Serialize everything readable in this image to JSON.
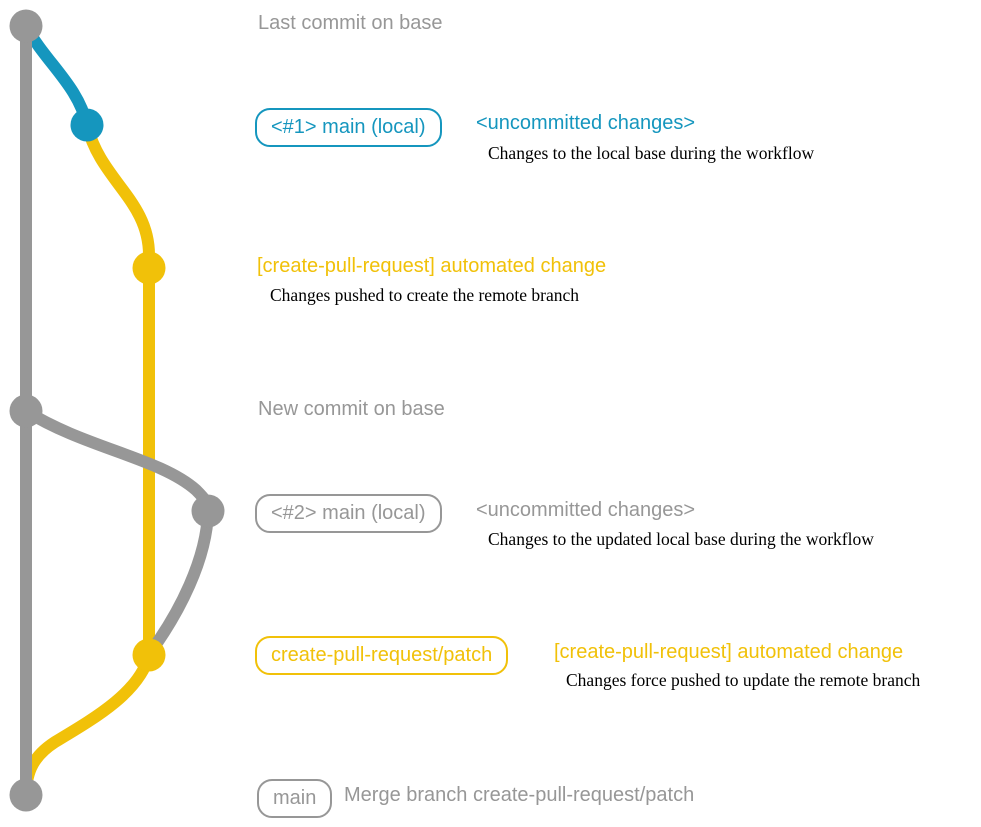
{
  "colors": {
    "gray": "#979797",
    "blue": "#1596be",
    "yellow": "#f1c109",
    "description_text": "#000000",
    "background": "#ffffff"
  },
  "graph": {
    "type": "git-commit-graph",
    "branches": [
      {
        "name": "base (remote main)",
        "color_key": "gray"
      },
      {
        "name": "main (local)",
        "color_key": "blue"
      },
      {
        "name": "create-pull-request/patch",
        "color_key": "yellow"
      }
    ],
    "commit_dots": [
      {
        "name": "last-commit-on-base",
        "color_key": "gray"
      },
      {
        "name": "uncommitted-changes-1",
        "color_key": "blue"
      },
      {
        "name": "automated-change-1",
        "color_key": "yellow"
      },
      {
        "name": "new-commit-on-base",
        "color_key": "gray"
      },
      {
        "name": "uncommitted-changes-2",
        "color_key": "gray"
      },
      {
        "name": "automated-change-2",
        "color_key": "yellow"
      },
      {
        "name": "merge-commit",
        "color_key": "gray"
      }
    ]
  },
  "rows": {
    "last_commit_on_base": {
      "message": "Last commit on base"
    },
    "uncommitted_1": {
      "branch_label": "<#1> main (local)",
      "message": "<uncommitted changes>",
      "description": "Changes to the local base during the workflow"
    },
    "automated_change_1": {
      "message": "[create-pull-request] automated change",
      "description": "Changes pushed to create the remote branch"
    },
    "new_commit_on_base": {
      "message": "New commit on base"
    },
    "uncommitted_2": {
      "branch_label": "<#2> main (local)",
      "message": "<uncommitted changes>",
      "description": "Changes to the updated local base during the workflow"
    },
    "automated_change_2": {
      "branch_label": "create-pull-request/patch",
      "message": "[create-pull-request] automated change",
      "description": "Changes force pushed to update the remote branch"
    },
    "merge": {
      "branch_label": "main",
      "message": "Merge branch create-pull-request/patch"
    }
  }
}
